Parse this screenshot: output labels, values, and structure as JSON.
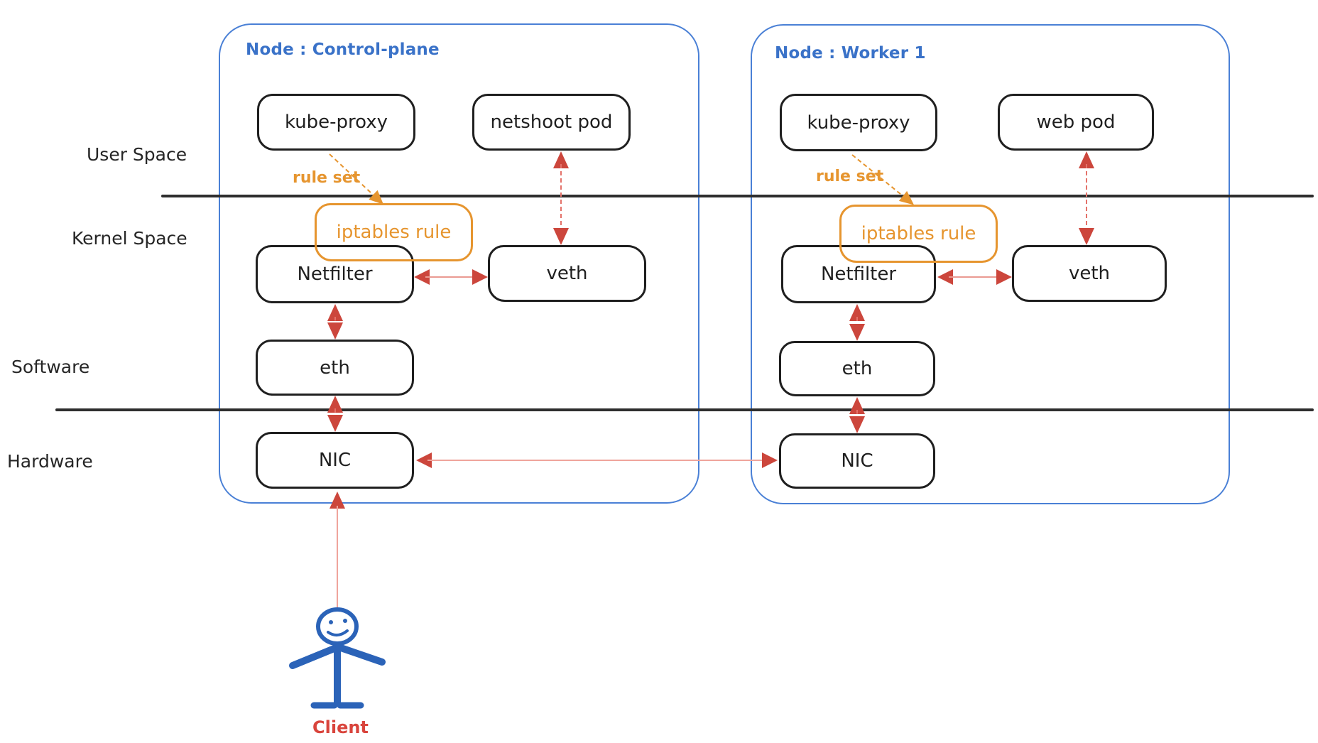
{
  "diagram": {
    "layer_labels": {
      "user_space": "User Space",
      "kernel_space": "Kernel Space",
      "software": "Software",
      "hardware": "Hardware"
    },
    "nodes": {
      "control_plane": {
        "title": "Node : Control-plane",
        "kube_proxy_label": "kube-proxy",
        "pod_label": "netshoot pod",
        "rule_set_label": "rule set",
        "iptables_label": "iptables rule",
        "netfilter_label": "Netfilter",
        "veth_label": "veth",
        "eth_label": "eth",
        "nic_label": "NIC"
      },
      "worker_1": {
        "title": "Node : Worker 1",
        "kube_proxy_label": "kube-proxy",
        "pod_label": "web pod",
        "rule_set_label": "rule set",
        "iptables_label": "iptables rule",
        "netfilter_label": "Netfilter",
        "veth_label": "veth",
        "eth_label": "eth",
        "nic_label": "NIC"
      }
    },
    "client": {
      "label": "Client"
    },
    "colors": {
      "node-blue": "#4a80d6",
      "title-blue": "#3a72c8",
      "orange": "#e6952f",
      "arrow-red": "#cc463c",
      "light-red": "#efa49c",
      "ink": "#1f1f1f",
      "divider": "#2e2e2e",
      "client-red": "#d9443c",
      "figure-blue": "#2b63b8"
    }
  }
}
